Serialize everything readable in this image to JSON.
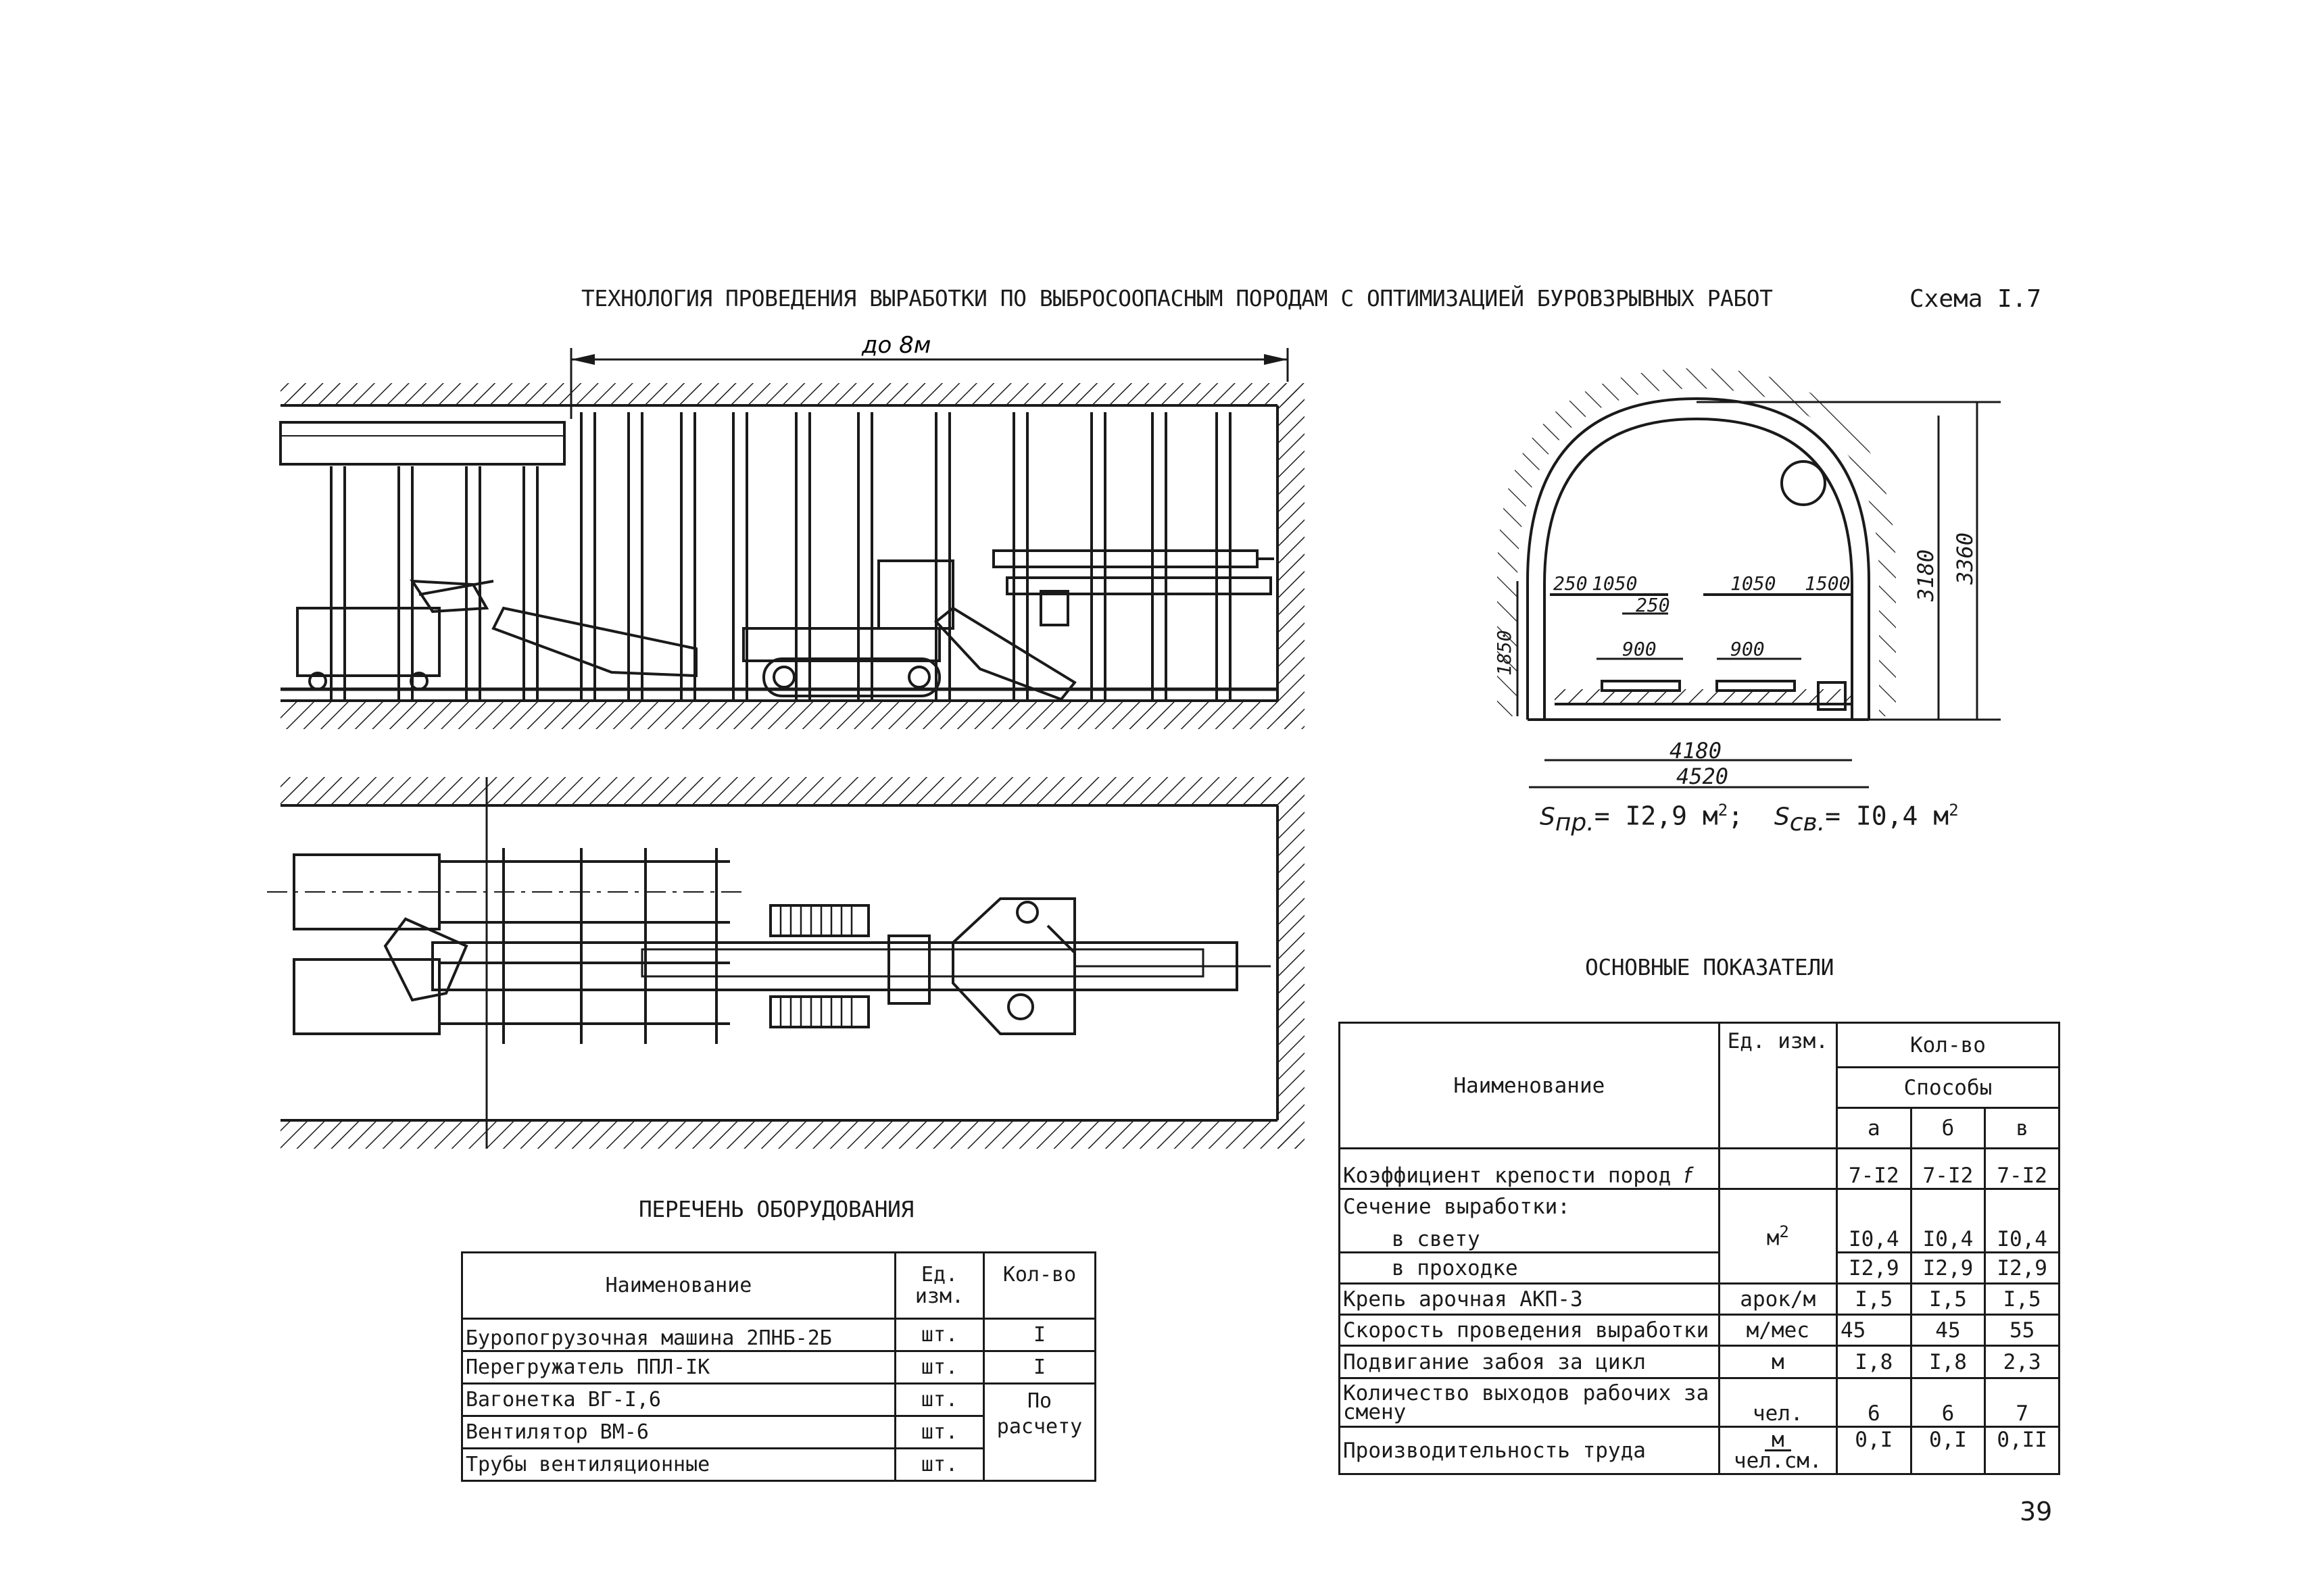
{
  "header": {
    "title": "ТЕХНОЛОГИЯ ПРОВЕДЕНИЯ ВЫРАБОТКИ ПО ВЫБРОСООПАСНЫМ ПОРОДАМ С ОПТИМИЗАЦИЕЙ БУРОВЗРЫВНЫХ РАБОТ",
    "scheme": "Схема I.7"
  },
  "drawing": {
    "length_label": "до 8м",
    "cross_section": {
      "dims": [
        "250",
        "1050",
        "250",
        "1050",
        "1500",
        "900",
        "900",
        "1850",
        "3180",
        "3360",
        "4180",
        "4520"
      ],
      "area_pr_label": "S",
      "area_pr_sub": "пр.",
      "area_pr_value": "= I2,9 м",
      "area_sv_label": "S",
      "area_sv_sub": "св.",
      "area_sv_value": "= I0,4 м",
      "area_power": "2",
      "area_separator": ";"
    }
  },
  "equipment": {
    "caption": "ПЕРЕЧЕНЬ ОБОРУДОВАНИЯ",
    "headers": {
      "name": "Наименование",
      "unit_1": "Ед.",
      "unit_2": "изм.",
      "qty": "Кол-во"
    },
    "rows": [
      {
        "name": "Буропогрузочная машина 2ПНБ-2Б",
        "unit": "шт.",
        "qty": "I"
      },
      {
        "name": "Перегружатель ППЛ-IК",
        "unit": "шт.",
        "qty": "I"
      },
      {
        "name": "Вагонетка ВГ-I,6",
        "unit": "шт."
      },
      {
        "name": "Вентилятор ВМ-6",
        "unit": "шт."
      },
      {
        "name": "Трубы вентиляционные",
        "unit": "шт."
      }
    ],
    "qty_merged_1": "По",
    "qty_merged_2": "расчету"
  },
  "indicators": {
    "caption": "ОСНОВНЫЕ ПОКАЗАТЕЛИ",
    "headers": {
      "name": "Наименование",
      "unit": "Ед. изм.",
      "qty": "Кол-во",
      "methods": "Способы",
      "a": "а",
      "b": "б",
      "v": "в"
    },
    "rows": {
      "f": {
        "name": "Коэффициент крепости пород",
        "sym": "f",
        "a": "7-I2",
        "b": "7-I2",
        "v": "7-I2"
      },
      "section_title": "Сечение выработки:",
      "section_unit": "м",
      "section_unit_power": "2",
      "section_clear": {
        "name": "в свету",
        "a": "I0,4",
        "b": "I0,4",
        "v": "I0,4"
      },
      "section_driving": {
        "name": "в проходке",
        "a": "I2,9",
        "b": "I2,9",
        "v": "I2,9"
      },
      "support": {
        "name": "Крепь арочная АКП-3",
        "unit": "арок/м",
        "a": "I,5",
        "b": "I,5",
        "v": "I,5"
      },
      "speed": {
        "name": "Скорость проведения выработки",
        "unit": "м/мес",
        "a": "45",
        "b": "45",
        "v": "55"
      },
      "advance": {
        "name": "Подвигание забоя за цикл",
        "unit": "м",
        "a": "I,8",
        "b": "I,8",
        "v": "2,3"
      },
      "exits": {
        "name_1": "Количество выходов рабочих за",
        "name_2": "смену",
        "unit": "чел.",
        "a": "6",
        "b": "6",
        "v": "7"
      },
      "productivity": {
        "name": "Производительность труда",
        "unit_num": "м",
        "unit_den": "чел.см.",
        "a": "0,I",
        "b": "0,I",
        "v": "0,II"
      }
    }
  },
  "page_number": "39"
}
